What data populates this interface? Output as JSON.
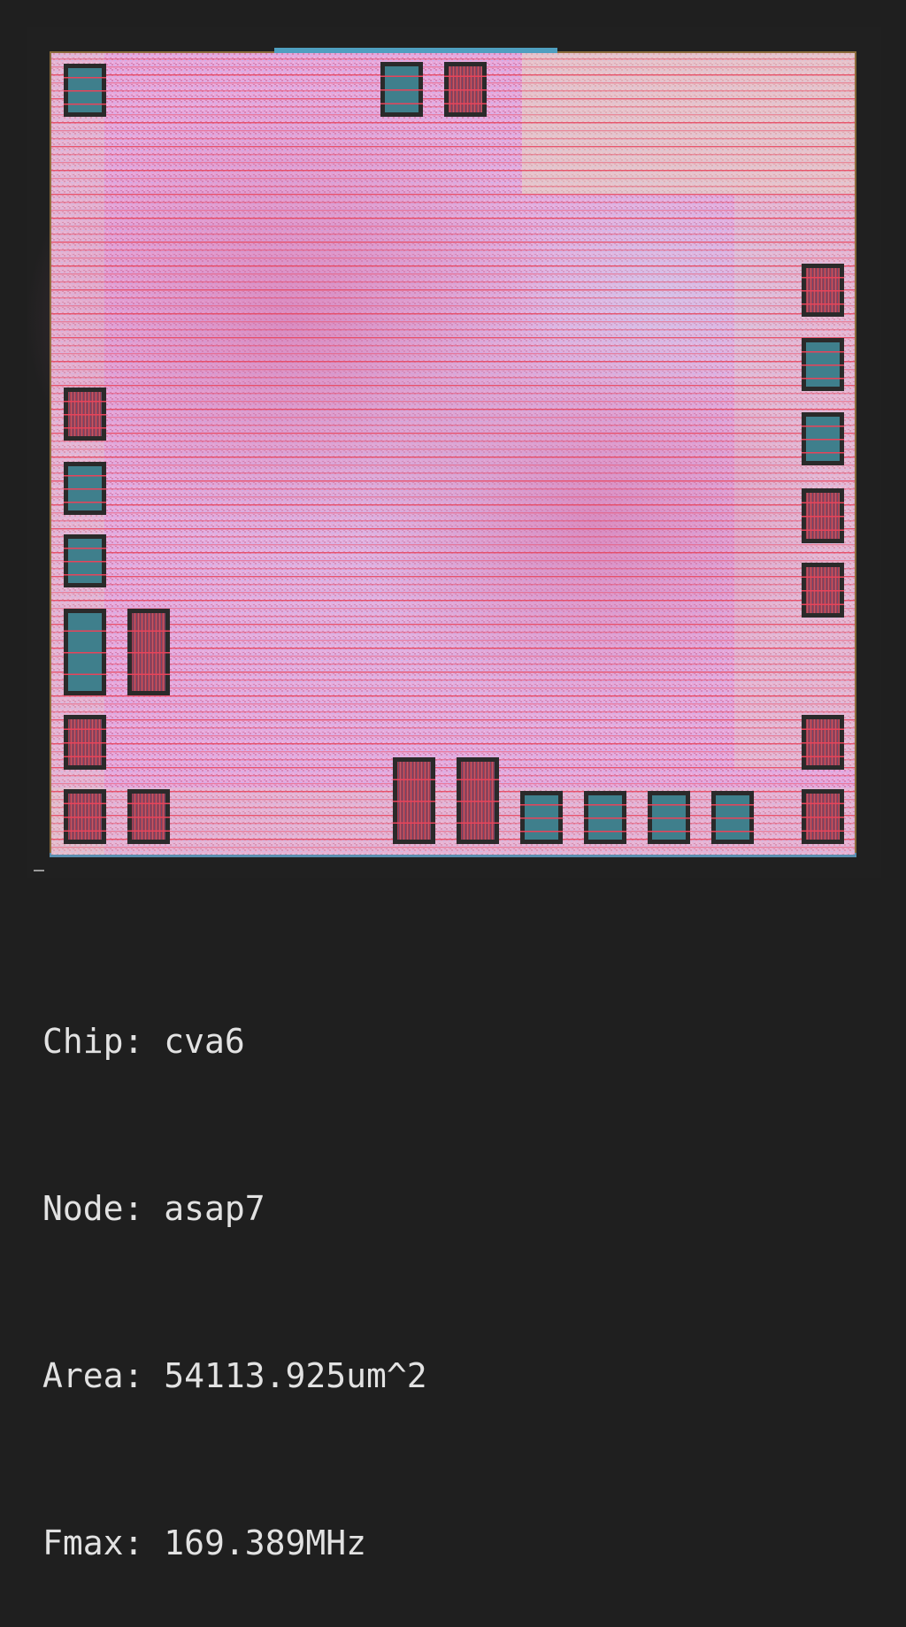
{
  "layout": {
    "colors": {
      "background": "#1f1f1f",
      "core": "#e9a6dc",
      "core_warm": "#d97fae",
      "core_cool": "#b9a7e8",
      "edge_tint": "#e3e6b4",
      "metal_red": "#e8435a",
      "macro_fill": "#3f7f8c",
      "macro_frame": "#2a2a2a",
      "macro_hatched": "#a53a4a",
      "boundary": "#8a6b3a"
    },
    "macro_types": [
      "sram-frame",
      "sram-frame",
      "sram-hatched",
      "sram-hatched",
      "sram-frame",
      "sram-frame",
      "sram-hatched",
      "sram-hatched",
      "sram-hatched",
      "sram-hatched",
      "sram-hatched",
      "sram-frame",
      "sram-frame",
      "sram-frame",
      "sram-hatched",
      "sram-hatched",
      "sram-hatched",
      "sram-hatched",
      "sram-hatched",
      "sram-hatched",
      "sram-frame",
      "sram-frame",
      "sram-frame"
    ]
  },
  "info": {
    "chip": "Chip: cva6",
    "node": "Node: asap7",
    "area": "Area: 54113.925um^2",
    "fmax": "Fmax: 169.389MHz"
  }
}
